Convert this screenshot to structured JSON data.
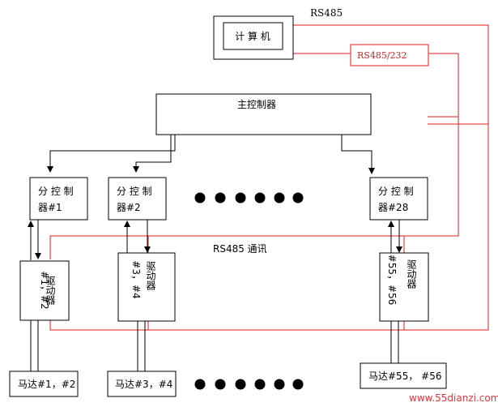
{
  "diagram": {
    "computer": "计 算 机",
    "rs485_top": "RS485",
    "rs485_232": "RS485/232",
    "main_controller": "主控制器",
    "rs485_comm": "RS485 通讯",
    "sub_controllers": [
      {
        "line1": "分 控 制",
        "line2": "器#1"
      },
      {
        "line1": "分 控 制",
        "line2": "器#2"
      },
      {
        "line1": "分 控 制",
        "line2": "器#28"
      }
    ],
    "drivers": [
      {
        "text_a": "#1，#2",
        "text_b": "驱动器"
      },
      {
        "text_a": "#3，#4",
        "text_b": "驱动器"
      },
      {
        "text_a": "#55，#56",
        "text_b": "驱动器"
      }
    ],
    "motors": [
      "马达#1，#2",
      "马达#3，#4",
      "马达#55，  #56"
    ],
    "watermark": "www.55dianzi.com"
  },
  "colors": {
    "line": "#000000",
    "bus": "#e21b1b",
    "watermark": "#e3363c"
  }
}
